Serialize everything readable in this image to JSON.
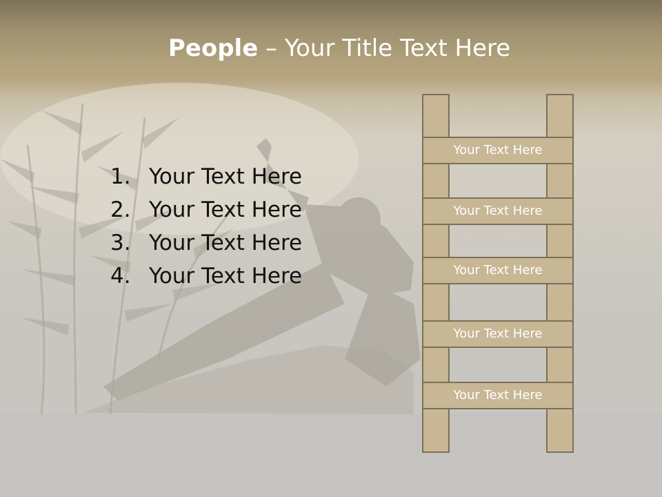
{
  "title": {
    "bold": "People",
    "rest": " – Your Title Text Here"
  },
  "list": [
    {
      "num": "1.",
      "text": "Your Text Here"
    },
    {
      "num": "2.",
      "text": "Your Text Here"
    },
    {
      "num": "3.",
      "text": "Your Text Here"
    },
    {
      "num": "4.",
      "text": "Your Text Here"
    }
  ],
  "ladder_steps": [
    "Your Text Here",
    "Your Text Here",
    "Your Text Here",
    "Your Text Here",
    "Your Text Here"
  ],
  "colors": {
    "header_band": "#b0a07b",
    "ladder_fill": "#c7b795",
    "ladder_border": "#7c6f56"
  }
}
